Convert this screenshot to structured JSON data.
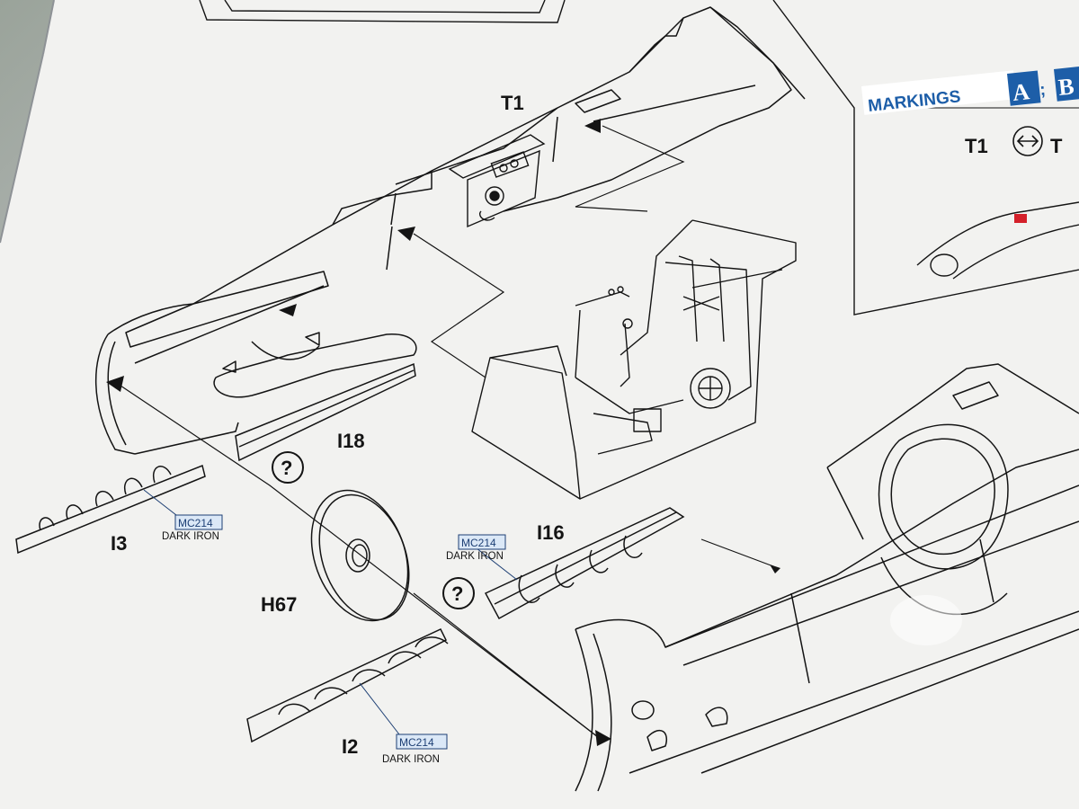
{
  "markings": {
    "title": "MARKINGS",
    "letter_a": "A",
    "separator": ";",
    "letter_b": "B"
  },
  "detail_box": {
    "from_label": "T1",
    "to_label": "T"
  },
  "parts": {
    "t1": "T1",
    "i18": "I18",
    "i3": "I3",
    "h67": "H67",
    "i16": "I16",
    "i2": "I2"
  },
  "question_mark": "?",
  "paint": {
    "code": "MC214",
    "name": "DARK IRON"
  },
  "colors": {
    "paper": "#f2f2f0",
    "ink": "#141414",
    "markings_blue": "#1d5ea8",
    "paint_box": "#dbe8f7",
    "red_part": "#d4202a"
  }
}
